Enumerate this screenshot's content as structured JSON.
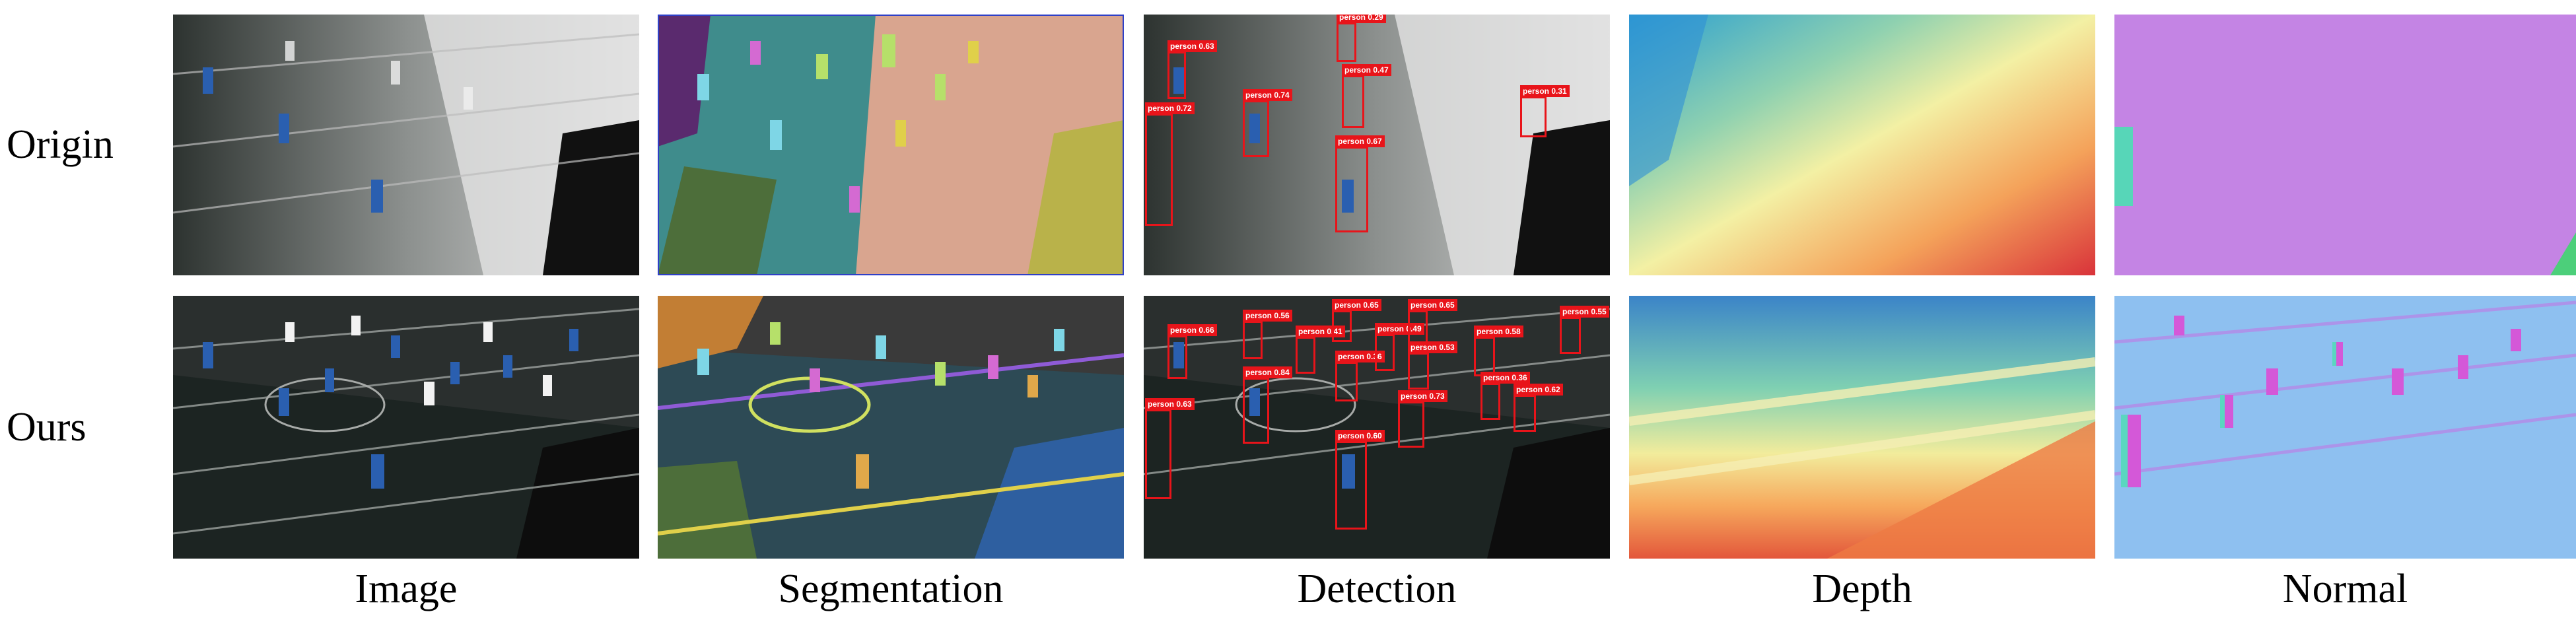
{
  "rows": [
    {
      "label": "Origin"
    },
    {
      "label": "Ours"
    }
  ],
  "columns": [
    {
      "label": "Image"
    },
    {
      "label": "Segmentation"
    },
    {
      "label": "Detection"
    },
    {
      "label": "Depth"
    },
    {
      "label": "Normal"
    }
  ],
  "detections": {
    "origin": [
      {
        "label": "person 0.63"
      },
      {
        "label": "person 0.72"
      },
      {
        "label": "person 0.74"
      },
      {
        "label": "person 0.29"
      },
      {
        "label": "person 0.47"
      },
      {
        "label": "person 0.67"
      },
      {
        "label": "person 0.31"
      }
    ],
    "ours": [
      {
        "label": "person 0.66"
      },
      {
        "label": "person 0.63"
      },
      {
        "label": "person 0.56"
      },
      {
        "label": "person 0.84"
      },
      {
        "label": "person 0.41"
      },
      {
        "label": "person 0.65"
      },
      {
        "label": "person 0.36"
      },
      {
        "label": "person 0.60"
      },
      {
        "label": "person 0.49"
      },
      {
        "label": "person 0.65"
      },
      {
        "label": "person 0.53"
      },
      {
        "label": "person 0.73"
      },
      {
        "label": "person 0.58"
      },
      {
        "label": "person 0.36"
      },
      {
        "label": "person 0.62"
      },
      {
        "label": "person 0.55"
      }
    ]
  },
  "colors": {
    "box": "#e8141a"
  }
}
